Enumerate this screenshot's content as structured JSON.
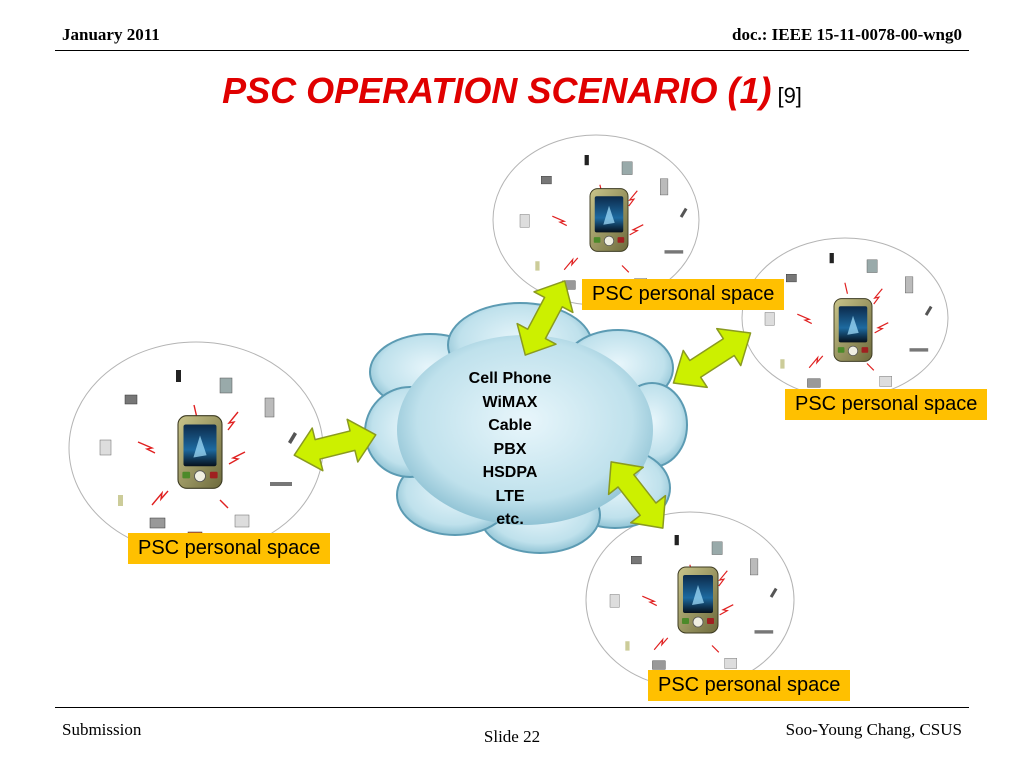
{
  "header": {
    "date": "January 2011",
    "doc": "doc.: IEEE 15-11-0078-00-wng0"
  },
  "title": {
    "main": "PSC OPERATION SCENARIO (1)",
    "ref": "[9]"
  },
  "cloud": {
    "items": [
      "Cell Phone",
      "WiMAX",
      "Cable",
      "PBX",
      "HSDPA",
      "LTE",
      "etc."
    ]
  },
  "spaces": [
    {
      "label": "PSC personal space"
    },
    {
      "label": "PSC personal space"
    },
    {
      "label": "PSC personal space"
    },
    {
      "label": "PSC personal space"
    }
  ],
  "footer": {
    "left": "Submission",
    "center": "Slide 22",
    "right": "Soo-Young Chang, CSUS"
  },
  "colors": {
    "title": "#e00000",
    "label_bg": "#ffc000",
    "arrow": "#ccf000",
    "cloud": "#8fc4d6"
  }
}
